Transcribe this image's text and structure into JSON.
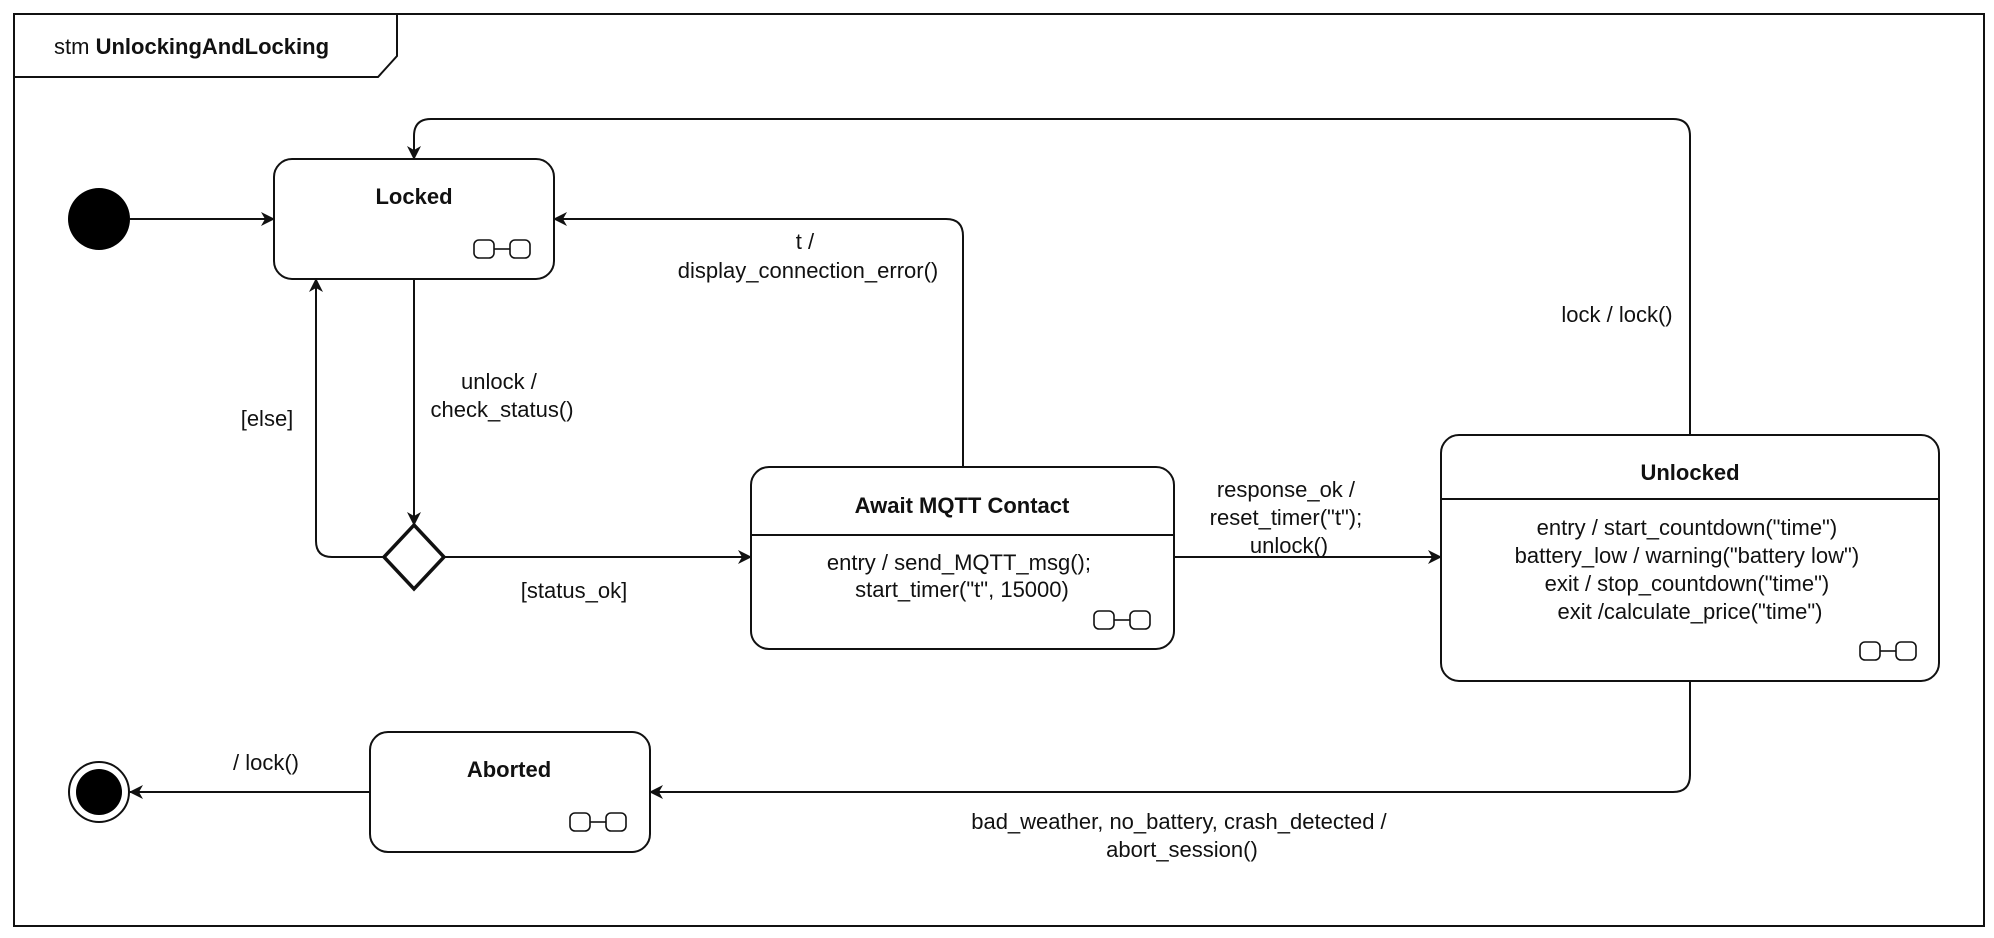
{
  "frame": {
    "keyword": "stm",
    "name": "UnlockingAndLocking"
  },
  "states": {
    "locked": {
      "name": "Locked"
    },
    "await": {
      "name": "Await MQTT Contact",
      "activities": [
        "entry / send_MQTT_msg();",
        "start_timer(\"t\", 15000)"
      ]
    },
    "unlocked": {
      "name": "Unlocked",
      "activities": [
        "entry / start_countdown(\"time\")",
        "battery_low / warning(\"battery low\")",
        "exit / stop_countdown(\"time\")",
        "exit /calculate_price(\"time\")"
      ]
    },
    "aborted": {
      "name": "Aborted"
    }
  },
  "transitions": {
    "locked_to_choice": [
      "unlock /",
      "check_status()"
    ],
    "choice_else": "[else]",
    "choice_status_ok": "[status_ok]",
    "await_timeout": [
      "t /",
      "display_connection_error()"
    ],
    "await_to_unlocked": [
      "response_ok /",
      "reset_timer(\"t\");",
      "unlock()"
    ],
    "unlocked_to_locked": "lock /  lock()",
    "unlocked_to_aborted": [
      "bad_weather, no_battery, crash_detected /",
      "abort_session()"
    ],
    "aborted_to_final": "/ lock()"
  }
}
